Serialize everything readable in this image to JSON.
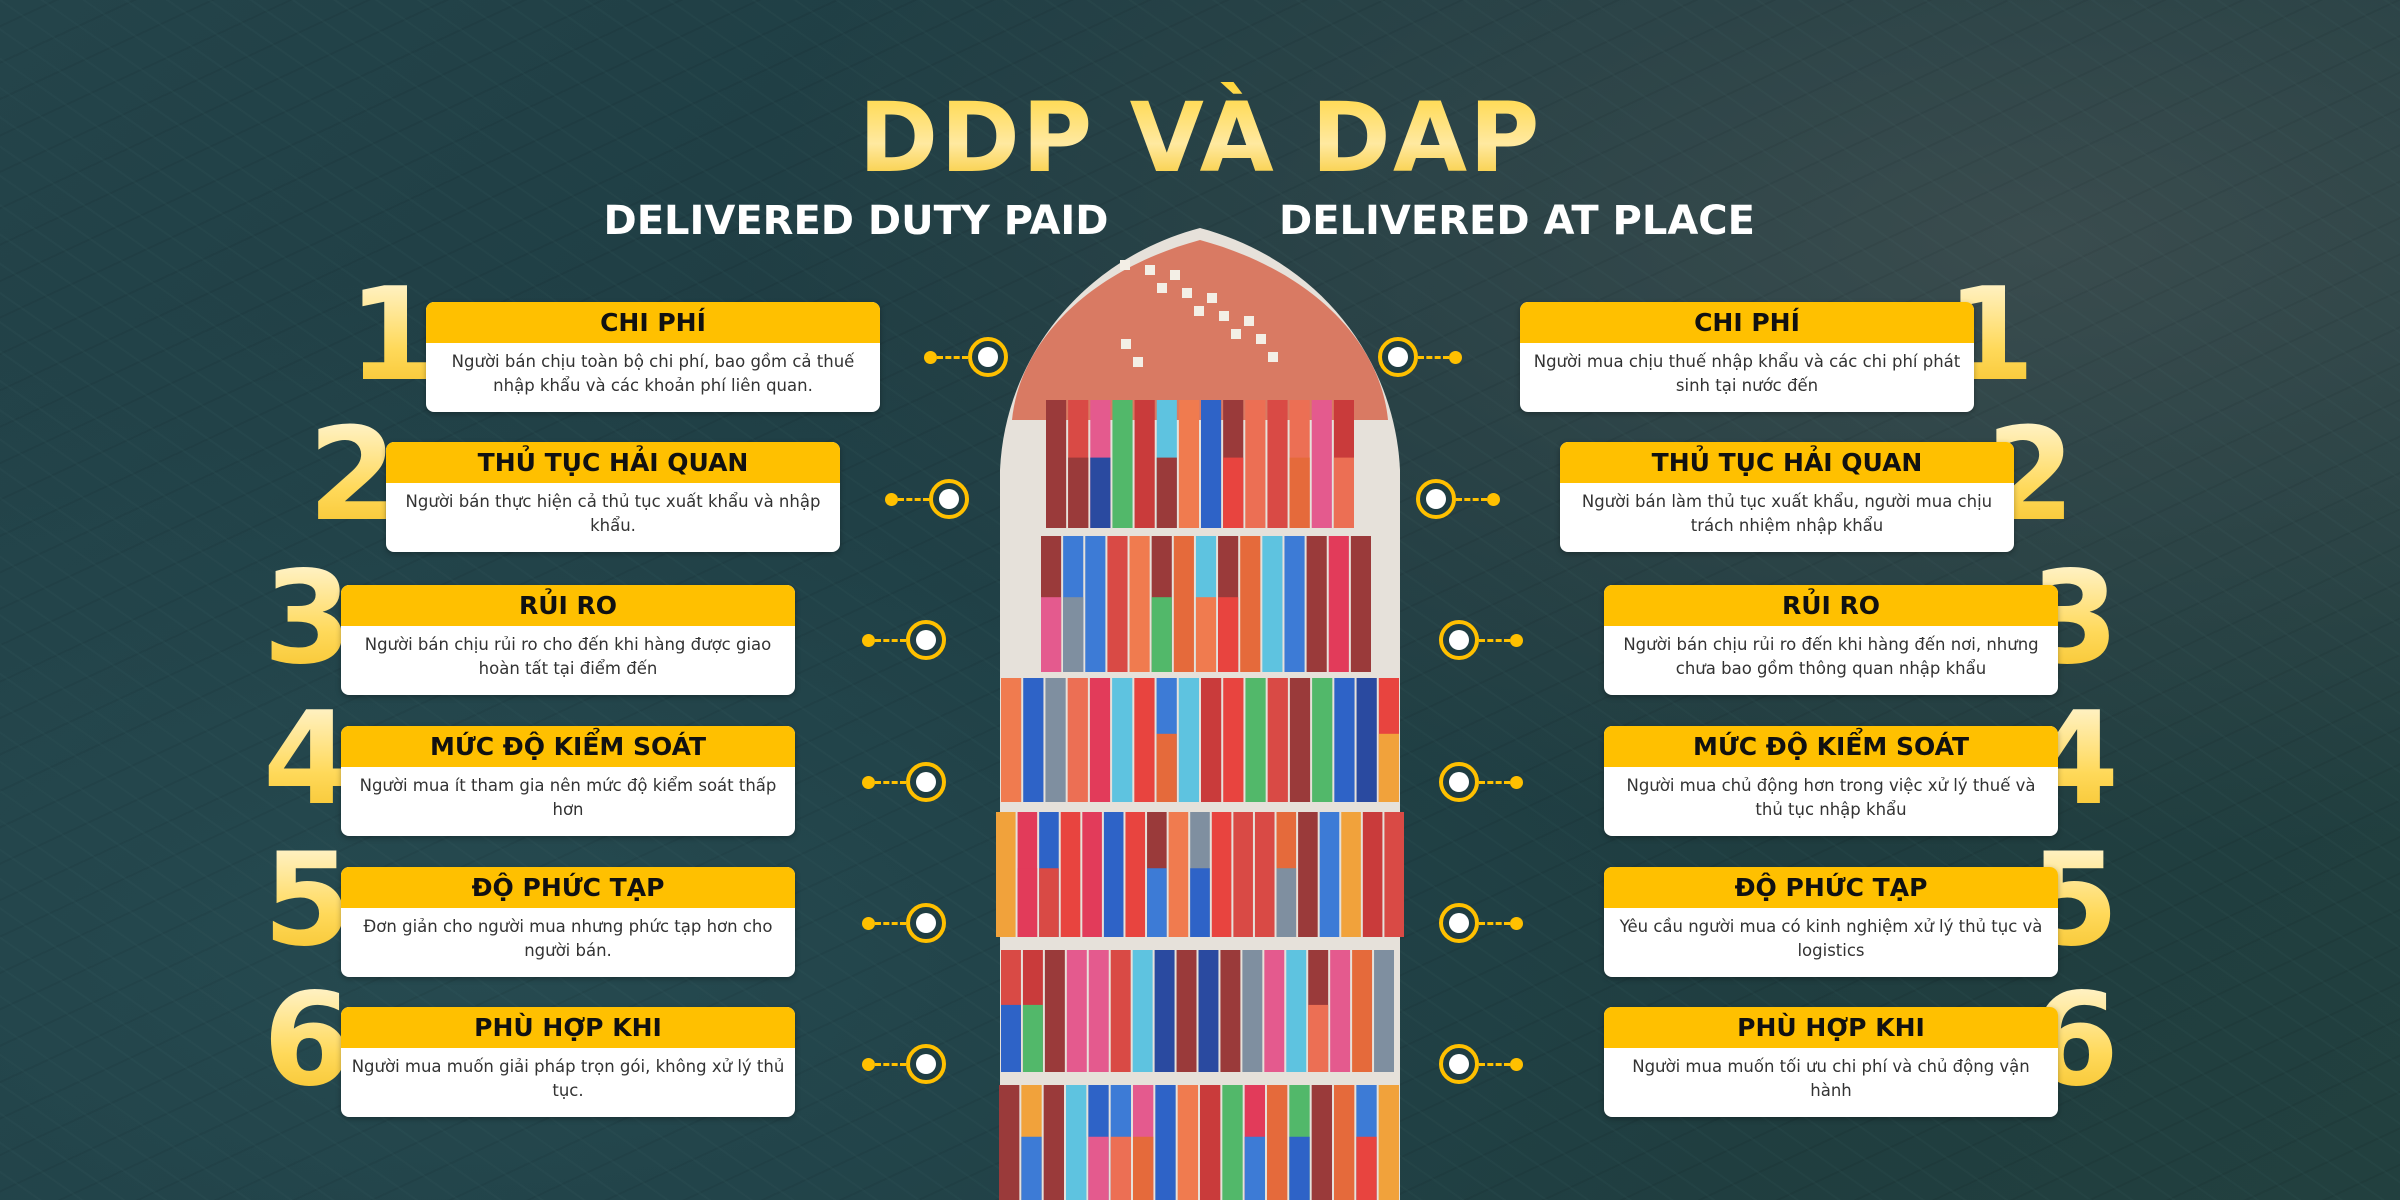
{
  "title": "DDP VÀ DAP",
  "ddp": {
    "subtitle": "DELIVERED DUTY PAID",
    "items": [
      {
        "num": "1",
        "title": "CHI PHÍ",
        "text": "Người bán chịu toàn bộ chi phí, bao gồm cả thuế nhập khẩu và các khoản phí liên quan."
      },
      {
        "num": "2",
        "title": "THỦ TỤC HẢI QUAN",
        "text": "Người bán thực hiện cả thủ tục xuất khẩu và nhập khẩu."
      },
      {
        "num": "3",
        "title": "RỦI RO",
        "text": "Người bán chịu rủi ro cho đến khi hàng được giao hoàn tất tại điểm đến"
      },
      {
        "num": "4",
        "title": "MỨC ĐỘ KIỂM SOÁT",
        "text": "Người mua ít tham gia nên mức độ kiểm soát thấp hơn"
      },
      {
        "num": "5",
        "title": "ĐỘ PHỨC TẠP",
        "text": "Đơn giản cho người mua nhưng phức tạp hơn cho người bán."
      },
      {
        "num": "6",
        "title": "PHÙ HỢP KHI",
        "text": "Người mua muốn giải pháp trọn gói, không xử lý thủ tục."
      }
    ]
  },
  "dap": {
    "subtitle": "DELIVERED AT PLACE",
    "items": [
      {
        "num": "1",
        "title": "CHI PHÍ",
        "text": "Người mua chịu thuế nhập khẩu và các chi phí phát sinh tại nước đến"
      },
      {
        "num": "2",
        "title": "THỦ TỤC HẢI QUAN",
        "text": "Người bán làm thủ tục xuất khẩu, người mua chịu trách nhiệm nhập khẩu"
      },
      {
        "num": "3",
        "title": "RỦI RO",
        "text": "Người bán chịu rủi ro đến khi hàng đến nơi, nhưng chưa bao gồm thông quan nhập khẩu"
      },
      {
        "num": "4",
        "title": "MỨC ĐỘ KIỂM SOÁT",
        "text": "Người mua chủ động hơn trong việc xử lý thuế và thủ tục nhập khẩu"
      },
      {
        "num": "5",
        "title": "ĐỘ PHỨC TẠP",
        "text": "Yêu cầu người mua có kinh nghiệm xử lý thủ tục và logistics"
      },
      {
        "num": "6",
        "title": "PHÙ HỢP KHI",
        "text": "Người mua muốn tối ưu chi phí và chủ động vận hành"
      }
    ]
  },
  "colors": {
    "accent": "#ffc000",
    "background": "#1f3d42"
  }
}
